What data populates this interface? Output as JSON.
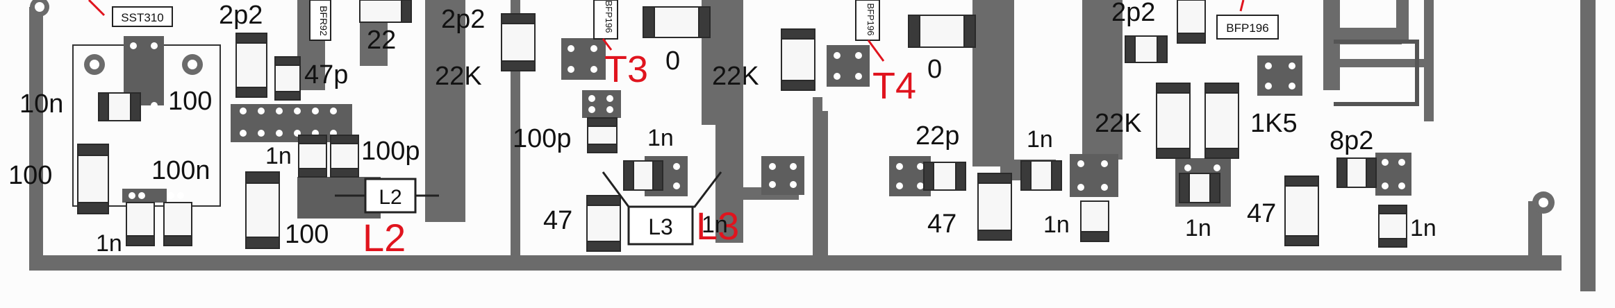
{
  "colors": {
    "trace": "#6b6b6b",
    "pad": "#5e5e5e",
    "component_body": "#f7f7f7",
    "component_cap": "#3a3a3a",
    "label": "#111111",
    "highlight": "#e0141e"
  },
  "labels": {
    "sst310": "SST310",
    "bfr92": "BFR92",
    "bfp196_t3": "BFP196",
    "bfp196_t4": "BFP196",
    "bfp196_right": "BFP196",
    "t3": "T3",
    "t4": "T4",
    "l2_box": "L2",
    "l2_red": "L2",
    "l3_box": "L3",
    "l3_red": "L3",
    "c_2p2_a": "2p2",
    "c_2p2_b": "2p2",
    "c_2p2_c": "2p2",
    "c_22": "22",
    "c_47p": "47p",
    "r_22k_a": "22K",
    "r_22k_b": "22K",
    "r_22k_c": "22K",
    "c_10n": "10n",
    "r_100_a": "100",
    "r_100_b": "100",
    "r_100_c": "100",
    "c_100n": "100n",
    "c_100p_a": "100p",
    "c_100p_b": "100p",
    "c_1n_a": "1n",
    "c_1n_b": "1n",
    "c_1n_c": "1n",
    "c_1n_d": "1n",
    "c_1n_e": "1n",
    "c_1n_f": "1n",
    "c_1n_g": "1n",
    "c_1n_h": "1n",
    "r_0_a": "0",
    "r_0_b": "0",
    "r_47_a": "47",
    "r_47_b": "47",
    "r_47_c": "47",
    "c_22p": "22p",
    "r_1k5": "1K5",
    "c_8p2": "8p2"
  }
}
